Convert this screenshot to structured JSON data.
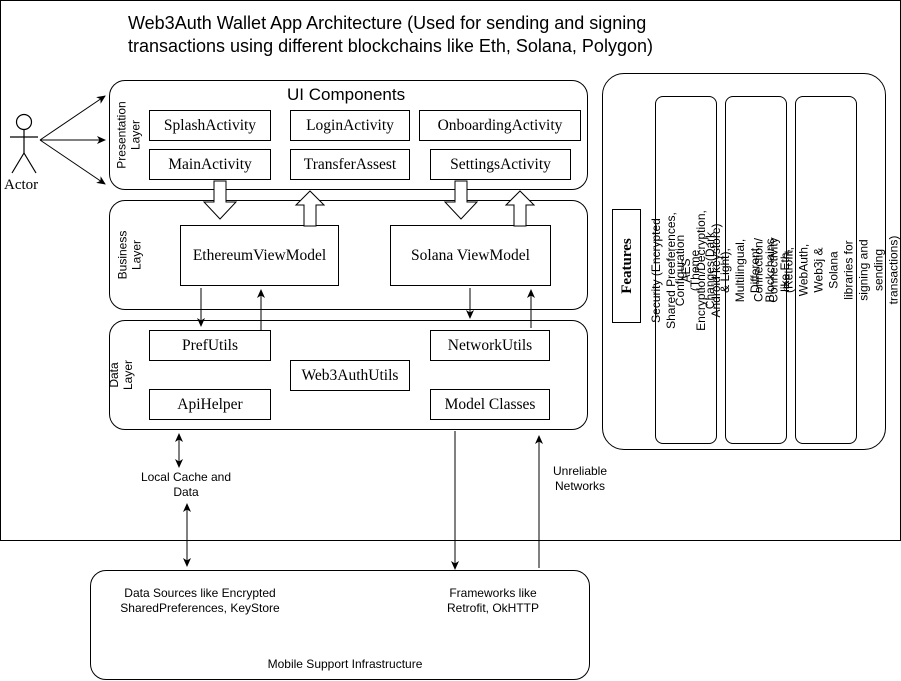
{
  "title": {
    "line1": "Web3Auth Wallet App Architecture  (Used for sending and signing",
    "line2": "transactions using different blockchains like Eth, Solana, Polygon)"
  },
  "actor": {
    "label": "Actor"
  },
  "presentation_layer": {
    "side_label": "Presentation Layer",
    "heading": "UI Components",
    "components": [
      "SplashActivity",
      "LoginActivity",
      "OnboardingActivity",
      "MainActivity",
      "TransferAssest",
      "SettingsActivity"
    ]
  },
  "business_layer": {
    "side_label": "Business Layer",
    "view_models": [
      "EthereumViewModel",
      "Solana ViewModel"
    ]
  },
  "data_layer": {
    "side_label": "Data Layer",
    "components": [
      "PrefUtils",
      "NetworkUtils",
      "Web3AuthUtils",
      "ApiHelper",
      "Model Classes"
    ]
  },
  "features": {
    "title": "Features",
    "items": [
      "Security (Encrypted Shared Preeferences, AES Encryption/Decryption, Android keystore)",
      "Configuration (Theme Changes(Dark & Light), Multilingual, Different Blockchains like Eth, Solana, Polygon, Binance)",
      "Connection/ Connectivity (Retrofit, WebAuth, Web3j & Solana libraries for signing and sending transactions)"
    ]
  },
  "connectors": {
    "local_cache": "Local Cache and Data",
    "unreliable_networks": "Unreliable Networks"
  },
  "infrastructure": {
    "data_sources": "Data Sources like Encrypted SharedPreferences, KeyStore",
    "frameworks": "Frameworks like Retrofit, OkHTTP",
    "caption": "Mobile Support Infrastructure"
  }
}
